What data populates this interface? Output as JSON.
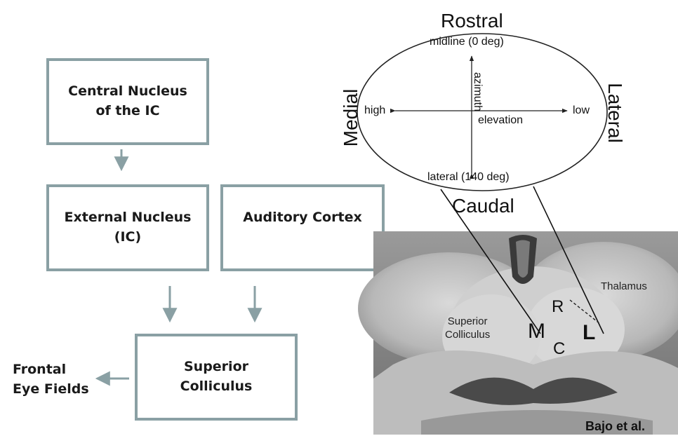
{
  "flowchart": {
    "central_nucleus": "Central Nucleus\nof the IC",
    "external_nucleus": "External Nucleus\n(IC)",
    "auditory_cortex": "Auditory Cortex",
    "superior_colliculus": "Superior\nColliculus",
    "frontal_eye_fields": "Frontal\nEye Fields"
  },
  "map": {
    "rostral": "Rostral",
    "caudal": "Caudal",
    "medial": "Medial",
    "lateral": "Lateral",
    "top_label": "midline (0 deg)",
    "bottom_label": "lateral (140 deg)",
    "left_label": "high",
    "right_label": "low",
    "vertical_axis": "azimuth",
    "horizontal_axis": "elevation"
  },
  "photo": {
    "thalamus": "Thalamus",
    "superior_colliculus": "Superior\nColliculus",
    "r": "R",
    "m": "M",
    "c": "C",
    "l": "L",
    "credit": "Bajo et al."
  },
  "colors": {
    "box_border": "#8aa0a4",
    "arrow": "#8aa0a4"
  }
}
